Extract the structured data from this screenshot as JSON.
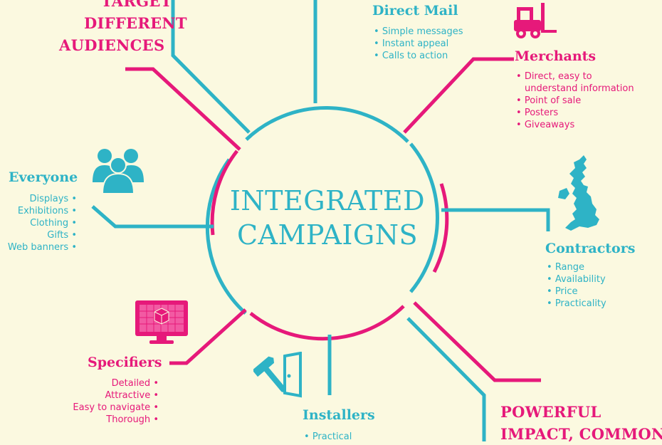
{
  "center": {
    "line1": "INTEGRATED",
    "line2": "CAMPAIGNS"
  },
  "top_left_statement": {
    "line1": "TARGET",
    "line2": "DIFFERENT",
    "line3": "AUDIENCES"
  },
  "bottom_right_statement": {
    "line1": "POWERFUL",
    "line2": "IMPACT, COMMON"
  },
  "direct_mail": {
    "title": "Direct Mail",
    "items": [
      "Simple messages",
      "Instant appeal",
      "Calls to action"
    ]
  },
  "merchants": {
    "title": "Merchants",
    "items": [
      "Direct, easy to understand information",
      "Point of sale",
      "Posters",
      "Giveaways"
    ]
  },
  "everyone": {
    "title": "Everyone",
    "items": [
      "Displays",
      "Exhibitions",
      "Clothing",
      "Gifts",
      "Web banners"
    ]
  },
  "contractors": {
    "title": "Contractors",
    "items": [
      "Range",
      "Availability",
      "Price",
      "Practicality"
    ]
  },
  "specifiers": {
    "title": "Specifiers",
    "items": [
      "Detailed",
      "Attractive",
      "Easy to navigate",
      "Thorough"
    ]
  },
  "installers": {
    "title": "Installers",
    "items": [
      "Practical"
    ]
  },
  "icons": [
    "forklift-icon",
    "people-group-icon",
    "uk-map-icon",
    "monitor-cube-icon",
    "hammer-door-icon"
  ],
  "colors": {
    "teal": "#2eb3c6",
    "pink": "#e6197a",
    "background": "#fbf9e0"
  }
}
